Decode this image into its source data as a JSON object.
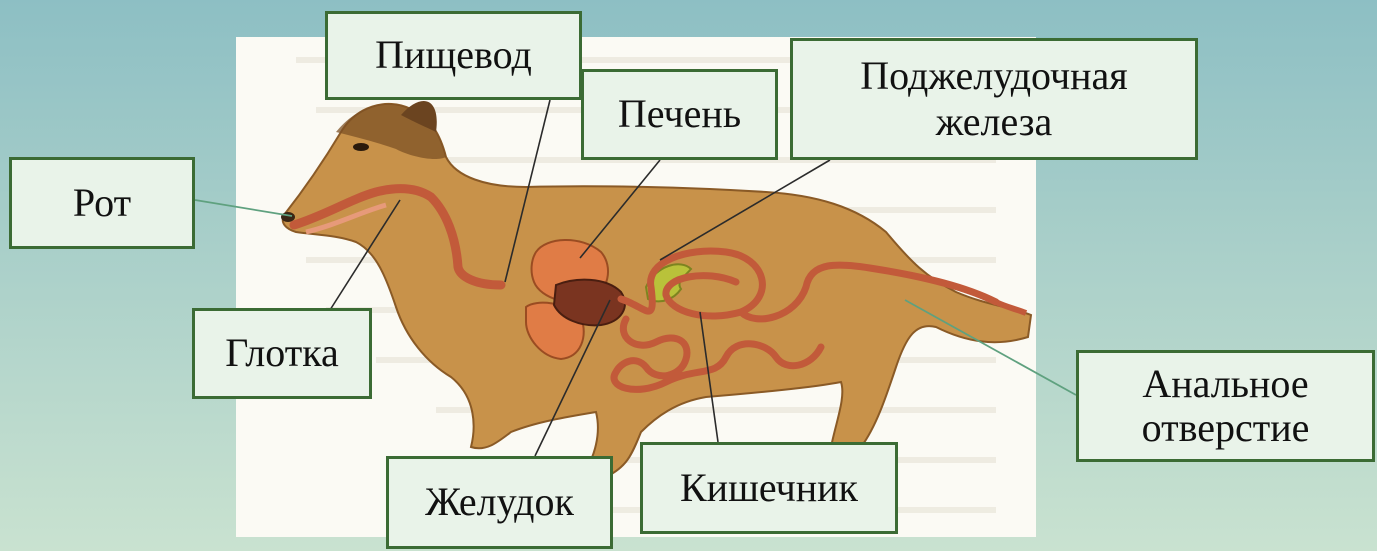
{
  "labels": {
    "esophagus": "Пищевод",
    "liver": "Печень",
    "pancreas": "Поджелудочная железа",
    "mouth": "Рот",
    "pharynx": "Глотка",
    "anus": "Анальное отверстие",
    "stomach": "Желудок",
    "intestine": "Кишечник"
  },
  "colors": {
    "label_fill": "#e9f3e9",
    "label_border": "#3b6b34",
    "body": "#c8924a",
    "tract": "#c25a3a",
    "liver": "#e07c46",
    "stomach": "#7a3420",
    "pancreas": "#b9c23a"
  }
}
